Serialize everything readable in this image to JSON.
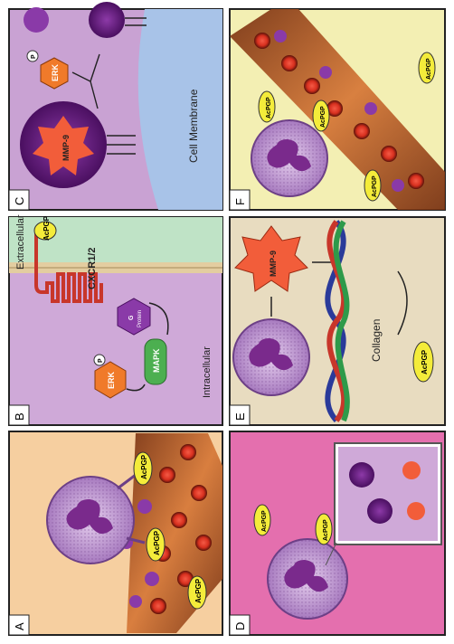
{
  "panels": {
    "A": {
      "letter": "A",
      "ligand_1": "AcPGP",
      "ligand_2": "AcPGP",
      "ligand_3": "AcPGP"
    },
    "B": {
      "letter": "B",
      "extracellular": "Extracellular",
      "intracellular": "Intracellular",
      "receptor": "CXCR1/2",
      "ligand": "AcPGP",
      "g_protein_line1": "G",
      "g_protein_line2": "Protein",
      "mapk": "MAPK",
      "erk": "ERK",
      "phospho": "P"
    },
    "C": {
      "letter": "C",
      "membrane": "Cell Membrane",
      "mmp9": "MMP-9",
      "erk": "ERK",
      "phospho": "P"
    },
    "D": {
      "letter": "D",
      "ligand_1": "AcPGP",
      "ligand_2": "AcPGP"
    },
    "E": {
      "letter": "E",
      "mmp9": "MMP-9",
      "collagen": "Collagen",
      "product": "AcPGP"
    },
    "F": {
      "letter": "F",
      "ligand_1": "AcPGP",
      "ligand_2": "AcPGP",
      "ligand_3": "AcPGP",
      "ligand_4": "AcPGP"
    }
  },
  "colors": {
    "panel_a_bg": "#f6cfa0",
    "panel_b_extra": "#bfe3c6",
    "panel_b_intra": "#cfa9d8",
    "panel_c_cell": "#c9a2d3",
    "panel_c_membrane": "#a8c3e8",
    "panel_d_bg": "#e46fae",
    "panel_e_bg": "#e8dcc0",
    "panel_f_bg": "#f3efb3",
    "vessel": "#b8582a",
    "rbc": "#e0392b",
    "neutrophil": "#c79bd3",
    "nucleus": "#7a2a8c",
    "mmp9": "#f25d3a",
    "acpgp": "#f4ec3a",
    "mapk": "#4caf50",
    "erk": "#f07a2a"
  }
}
